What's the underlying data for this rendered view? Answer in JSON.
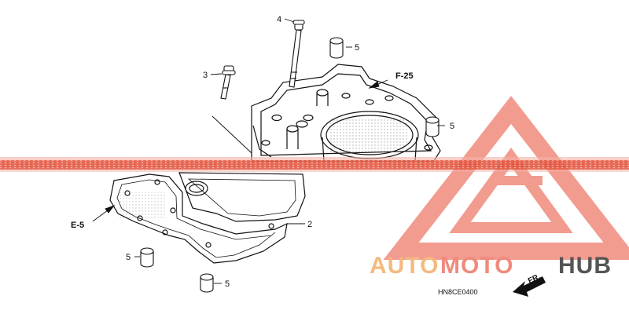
{
  "callouts": {
    "bolt_long": "4",
    "bolt_short": "3",
    "dowel_top": "5",
    "dowel_right": "5",
    "dowel_left": "5",
    "dowel_bottom": "5",
    "gasket": "2"
  },
  "refs": {
    "upper": "F-25",
    "lower": "E-5"
  },
  "diagram_code": "HN8CE0400",
  "direction_label": "FR.",
  "watermark": {
    "word_part1": "AUTO",
    "word_part2": "MOTO",
    "word_part3": "HUB",
    "color_primary": "#f08a7c",
    "color_secondary": "#f5b97f",
    "color_dark": "#333333"
  },
  "colors": {
    "line": "#111111",
    "stripe": "#e8604a"
  }
}
